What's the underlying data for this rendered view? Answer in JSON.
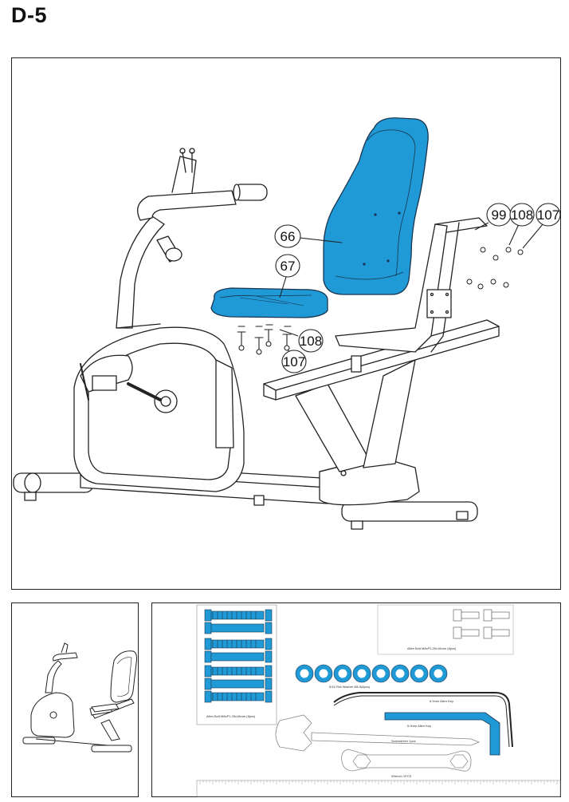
{
  "step": {
    "label": "D-5"
  },
  "callouts": [
    {
      "id": "66",
      "label": "66"
    },
    {
      "id": "67",
      "label": "67"
    },
    {
      "id": "99",
      "label": "99"
    },
    {
      "id": "108a",
      "label": "108"
    },
    {
      "id": "107a",
      "label": "107"
    },
    {
      "id": "108b",
      "label": "108"
    },
    {
      "id": "107b",
      "label": "107"
    }
  ],
  "colors": {
    "highlight": "#1f9ad6",
    "line": "#222222"
  },
  "kit": {
    "allen_bolt_small": "Allen Bolt M8xP1.25x16mm (8pcs)",
    "allen_bolt_large": "Allen Bolt M8xP1.25x18mm (8pcs)",
    "washer": "5/16 Flat Washer Ø8.5(8pcs)",
    "allen_key_6": "6.0mm Allen Key",
    "allen_key_5": "5.0mm Allen Key",
    "screwdriver": "Screwdriver 1pcs",
    "wrench": "Wrench 1PCS"
  }
}
